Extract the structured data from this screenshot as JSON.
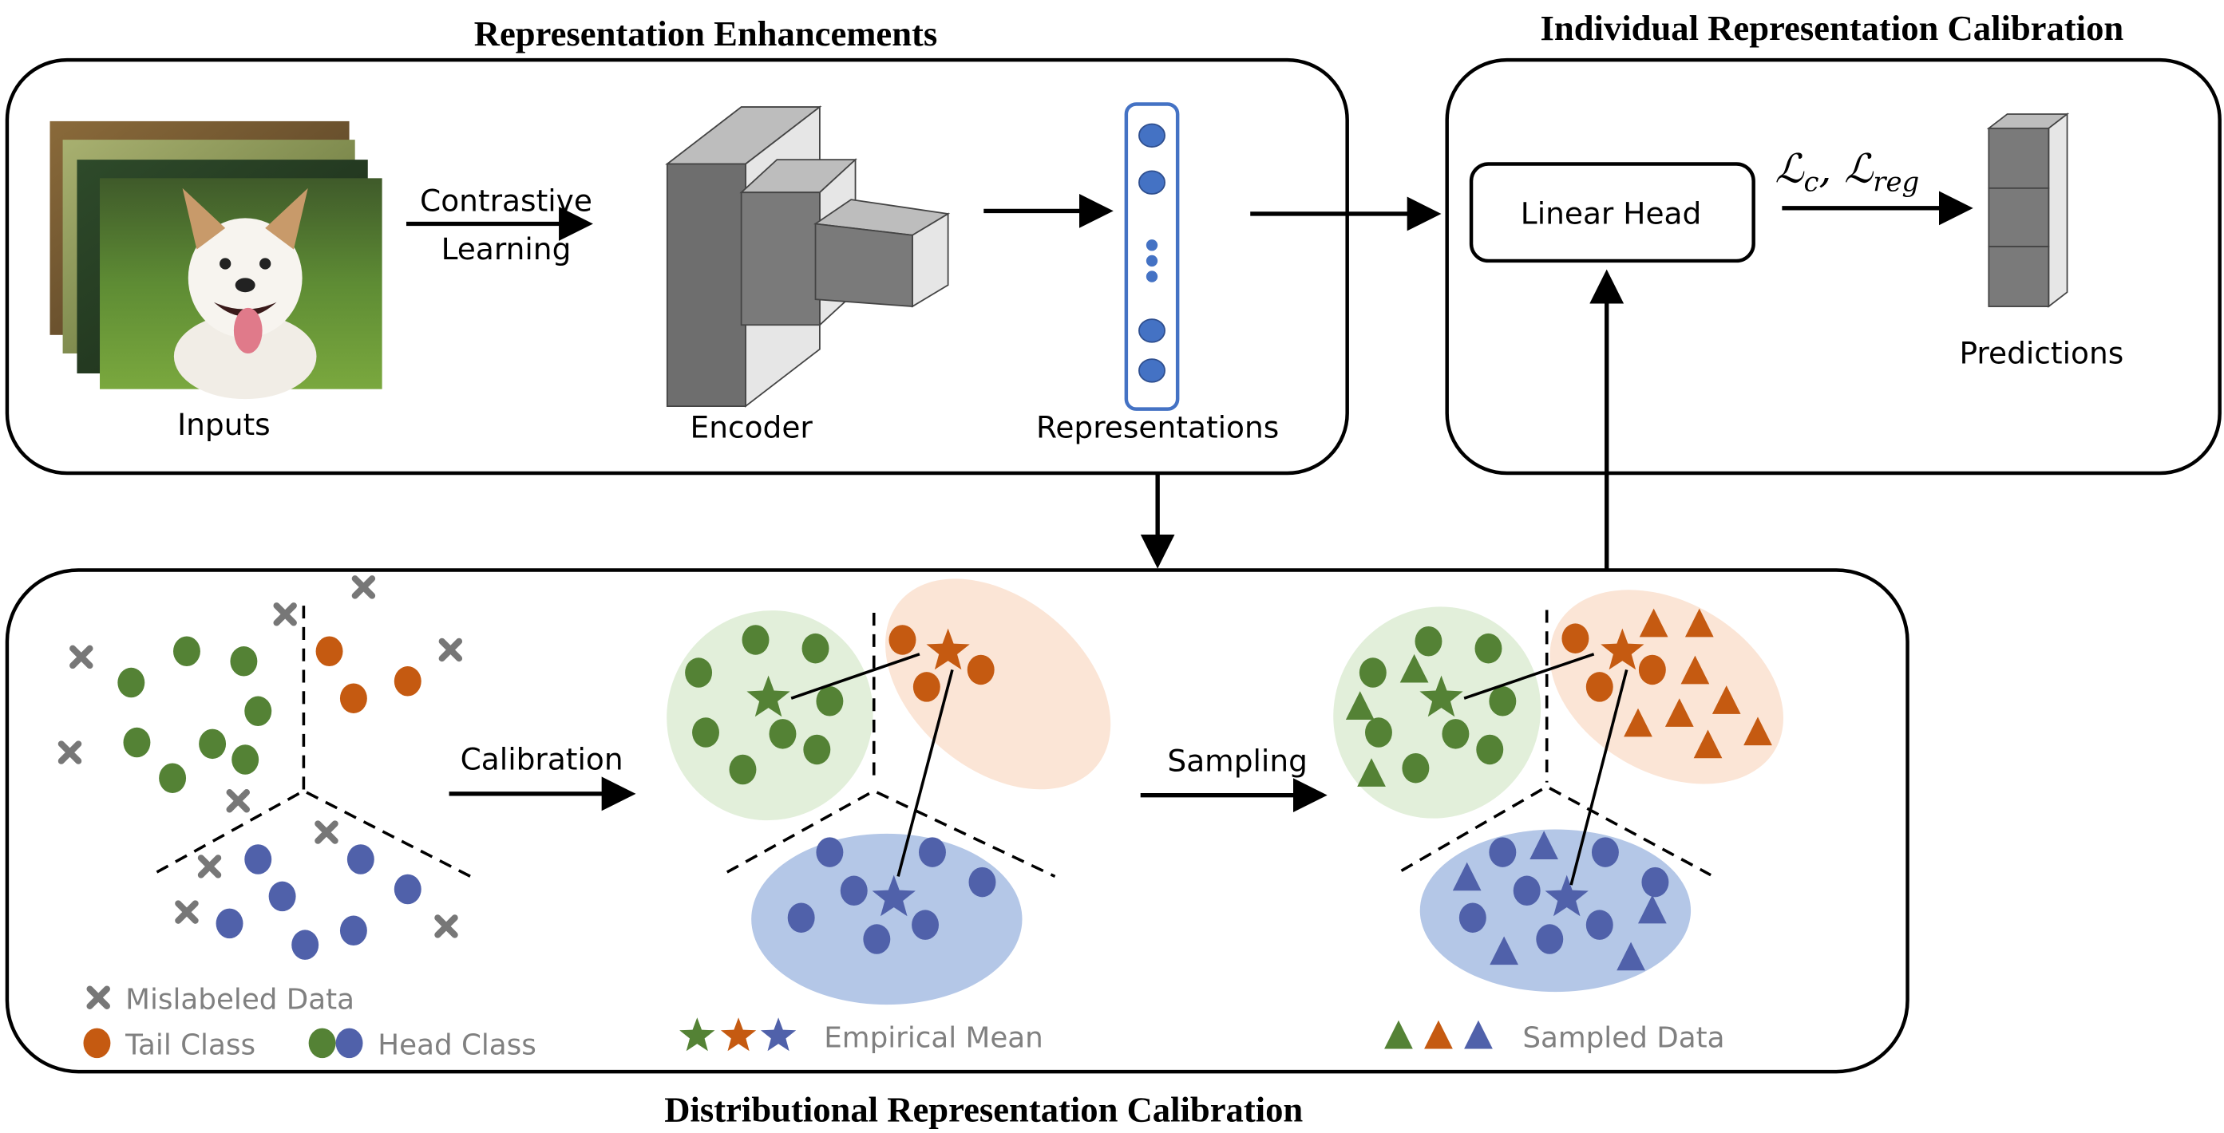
{
  "titles": {
    "representation_enhancements": "Representation Enhancements",
    "individual_calibration": "Individual Representation Calibration",
    "distributional_calibration": "Distributional Representation Calibration"
  },
  "top": {
    "inputs_label": "Inputs",
    "contrastive_line1": "Contrastive",
    "contrastive_line2": "Learning",
    "encoder_label": "Encoder",
    "representations_label": "Representations",
    "linear_head_label": "Linear Head",
    "loss": {
      "l1": "ℒ",
      "s1": "c",
      "sep": ", ",
      "l2": "ℒ",
      "s2": "reg"
    },
    "predictions_label": "Predictions"
  },
  "bottom": {
    "calibration_label": "Calibration",
    "sampling_label": "Sampling",
    "legend": {
      "mislabeled": "Mislabeled Data",
      "tail": "Tail Class",
      "head": "Head Class",
      "empirical_mean": "Empirical Mean",
      "sampled": "Sampled Data"
    }
  },
  "colors": {
    "green": "#548235",
    "orange": "#c55a11",
    "blue": "#5061aa",
    "gray": "#777777",
    "green_fill": "#e2efda",
    "orange_fill": "#fbe5d6",
    "blue_fill": "#b4c7e7",
    "rep_border": "#4472c4"
  }
}
